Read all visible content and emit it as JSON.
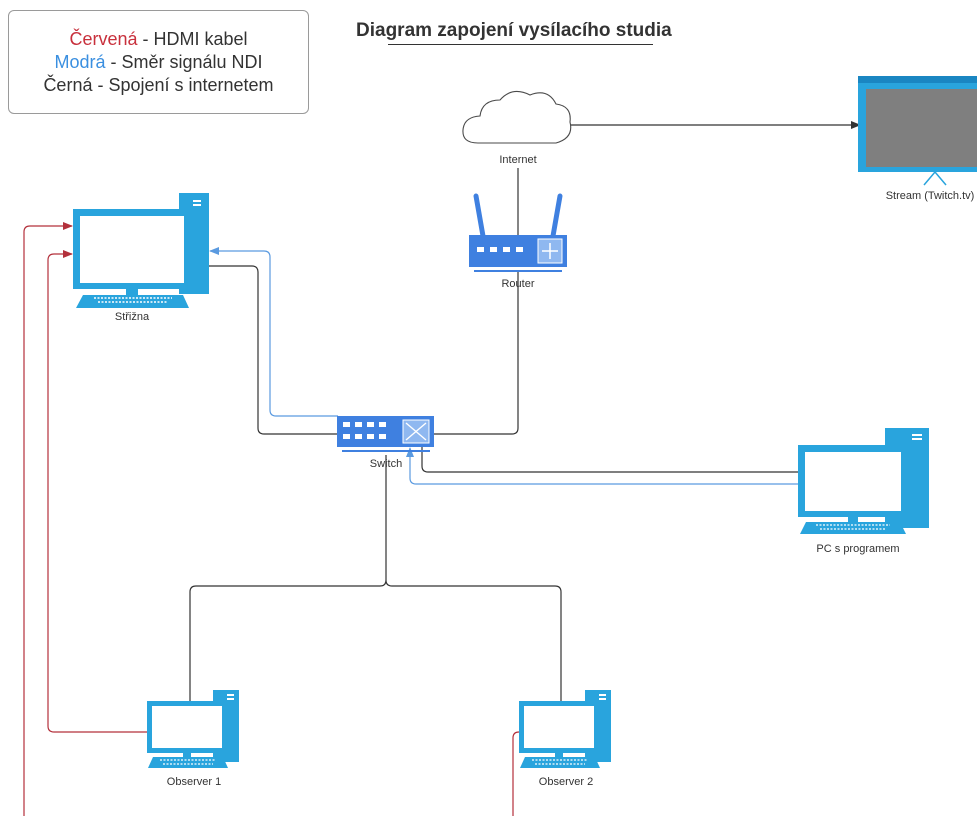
{
  "legend": {
    "red": {
      "color_word": "Červená",
      "rest": " - HDMI kabel",
      "color": "#c8303c"
    },
    "blue": {
      "color_word": "Modrá",
      "rest": " - Směr signálu NDI",
      "color": "#3a8fe0"
    },
    "black": {
      "text": "Černá - Spojení s internetem"
    }
  },
  "title": "Diagram zapojení vysílacího studia",
  "colors": {
    "device_blue": "#29a4dd",
    "net_blue": "#3f80e0",
    "hdmi_red": "#b3303b",
    "ndi_blue": "#5a9ae0",
    "internet_black": "#333333"
  },
  "nodes": {
    "internet": "Internet",
    "stream": "Stream (Twitch.tv)",
    "router": "Router",
    "strizna": "Střižna",
    "switch": "Switch",
    "pc_program": "PC s programem",
    "observer1": "Observer 1",
    "observer2": "Observer 2"
  }
}
